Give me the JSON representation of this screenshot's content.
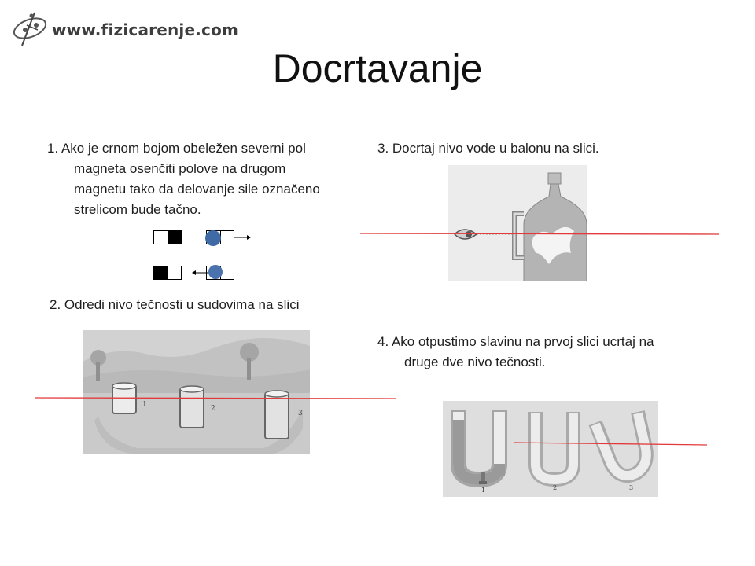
{
  "header": {
    "logo_text": "www.fizicarenje.com",
    "logo_icon": "atom-feather-icon"
  },
  "title": "Docrtavanje",
  "tasks": {
    "task1": {
      "line1": "1. Ako je crnom bojom obeležen severni pol",
      "line2": "magneta osenčiti polove na drugom",
      "line3": "magnetu tako da delovanje  sile označeno",
      "line4": "strelicom bude tačno."
    },
    "task2": "2. Odredi nivo tečnosti u sudovima na slici",
    "task3": "3. Docrtaj nivo vode u balonu na slici.",
    "task4": {
      "line1": "4. Ako otpustimo slavinu na prvoj slici ucrtaj na",
      "line2": "druge dve nivo tečnosti."
    }
  },
  "figures": {
    "vessels_labels": [
      "1",
      "2",
      "3"
    ],
    "tubes_labels": [
      "1",
      "2",
      "3"
    ]
  },
  "colors": {
    "annotation_line": "#e23a3a",
    "scribble": "#3f6aa6",
    "figure_background": "#cfcfcf"
  }
}
